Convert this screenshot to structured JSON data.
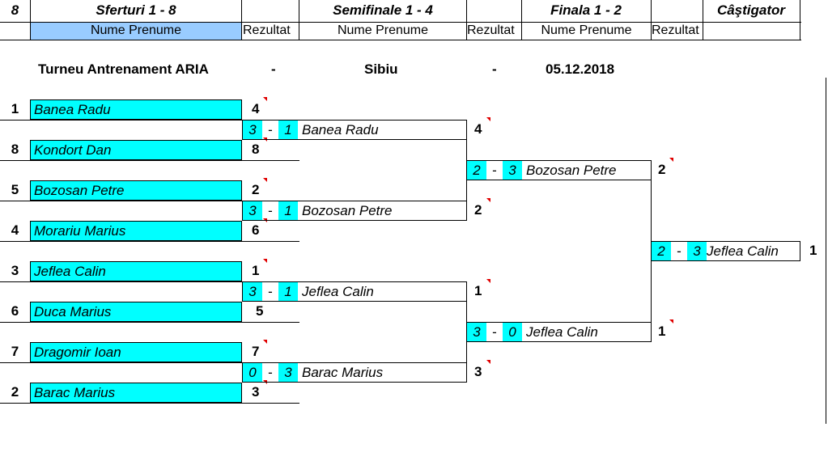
{
  "header": {
    "col_count": "8",
    "rounds": [
      "Sferturi 1 - 8",
      "Semifinale 1 - 4",
      "Finala 1 - 2",
      "Câştigator"
    ],
    "name_label": "Nume Prenume",
    "result_label": "Rezultat"
  },
  "event": {
    "name": "Turneu Antrenament ARIA",
    "sep1": "-",
    "city": "Sibiu",
    "sep2": "-",
    "date": "05.12.2018"
  },
  "quarter_players": [
    {
      "seed": "1",
      "name": "Banea Radu",
      "score": "4"
    },
    {
      "seed": "8",
      "name": "Kondort Dan",
      "score": "8"
    },
    {
      "seed": "5",
      "name": "Bozosan Petre",
      "score": "2"
    },
    {
      "seed": "4",
      "name": "Morariu Marius",
      "score": "6"
    },
    {
      "seed": "3",
      "name": "Jeflea Calin",
      "score": "1"
    },
    {
      "seed": "6",
      "name": "Duca Marius",
      "score": "5"
    },
    {
      "seed": "7",
      "name": "Dragomir Ioan",
      "score": "7"
    },
    {
      "seed": "2",
      "name": "Barac Marius",
      "score": "3"
    }
  ],
  "semi_players": [
    {
      "s1": "3",
      "dash": "-",
      "s2": "1",
      "name": "Banea Radu",
      "score": "4"
    },
    {
      "s1": "3",
      "dash": "-",
      "s2": "1",
      "name": "Bozosan Petre",
      "score": "2"
    },
    {
      "s1": "3",
      "dash": "-",
      "s2": "1",
      "name": "Jeflea Calin",
      "score": "1"
    },
    {
      "s1": "0",
      "dash": "-",
      "s2": "3",
      "name": "Barac Marius",
      "score": "3"
    }
  ],
  "final_players": [
    {
      "s1": "2",
      "dash": "-",
      "s2": "3",
      "name": "Bozosan Petre",
      "score": "2"
    },
    {
      "s1": "3",
      "dash": "-",
      "s2": "0",
      "name": "Jeflea Calin",
      "score": "1"
    }
  ],
  "winner": {
    "s1": "2",
    "dash": "-",
    "s2": "3",
    "name": "Jeflea Calin",
    "score": "1"
  },
  "colors": {
    "cell_fill": "#00ffff",
    "header_fill": "#99ccff",
    "marker": "#e00000"
  }
}
